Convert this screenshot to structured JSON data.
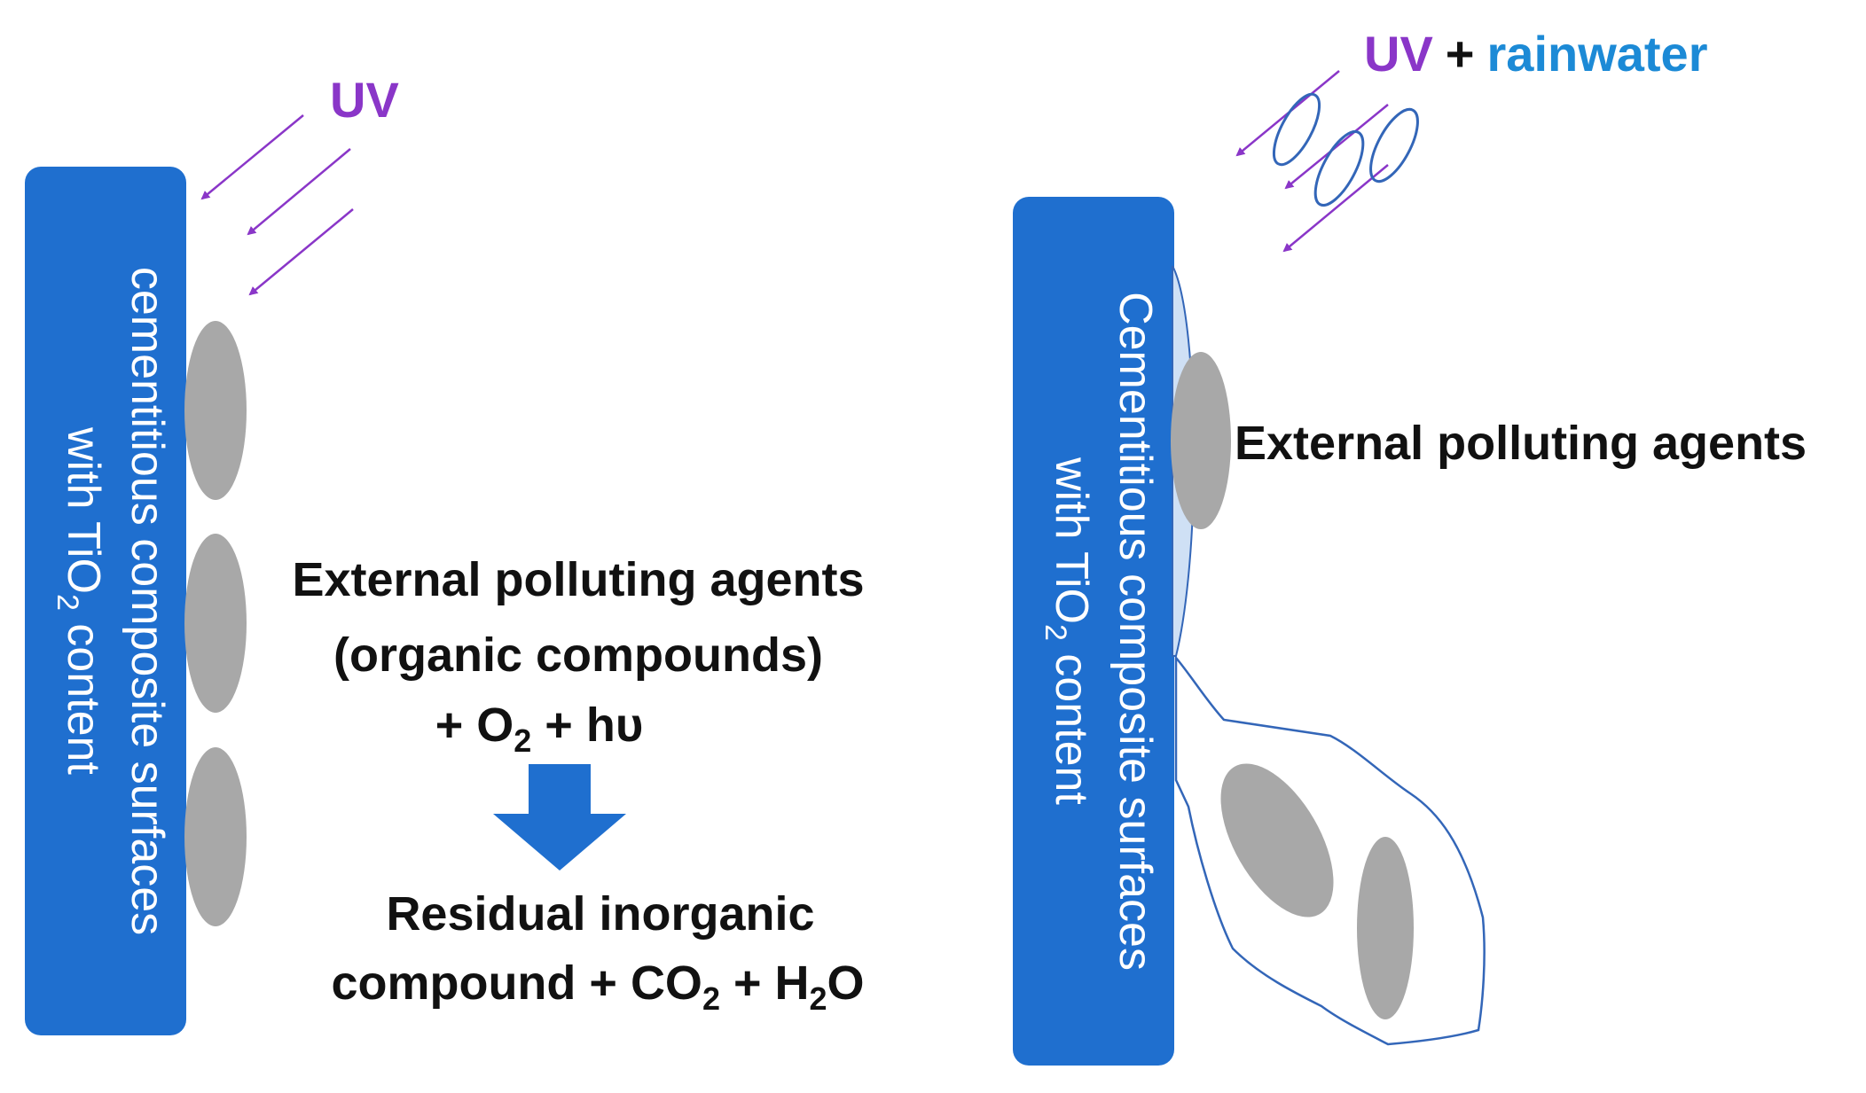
{
  "colors": {
    "wall": "#1f6fcf",
    "pollutant": "#a8a8a8",
    "uv": "#8a36c8",
    "rainwater": "#1c8ad6",
    "outline": "#3366b8",
    "text": "#111111"
  },
  "left_panel": {
    "uv_label": "UV",
    "wall": {
      "line1": "cementitious composite surfaces",
      "line2_prefix": "with TiO",
      "line2_sub": "2",
      "line2_suffix": " content"
    },
    "reaction": {
      "line1": "External polluting agents",
      "line2": "(organic compounds)",
      "line3_prefix": "+ O",
      "line3_sub": "2",
      "line3_suffix": " + hυ",
      "result_line1": "Residual inorganic",
      "result_line2_a": "compound + CO",
      "result_line2_sub1": "2",
      "result_line2_b": " + H",
      "result_line2_sub2": "2",
      "result_line2_c": "O"
    }
  },
  "right_panel": {
    "uv_label": "UV",
    "plus": "+",
    "rain_label": "rainwater",
    "wall": {
      "line1": "Cementitious composite surfaces",
      "line2_prefix": "with TiO",
      "line2_sub": "2",
      "line2_suffix": " content"
    },
    "pollutant_label": "External polluting agents"
  }
}
